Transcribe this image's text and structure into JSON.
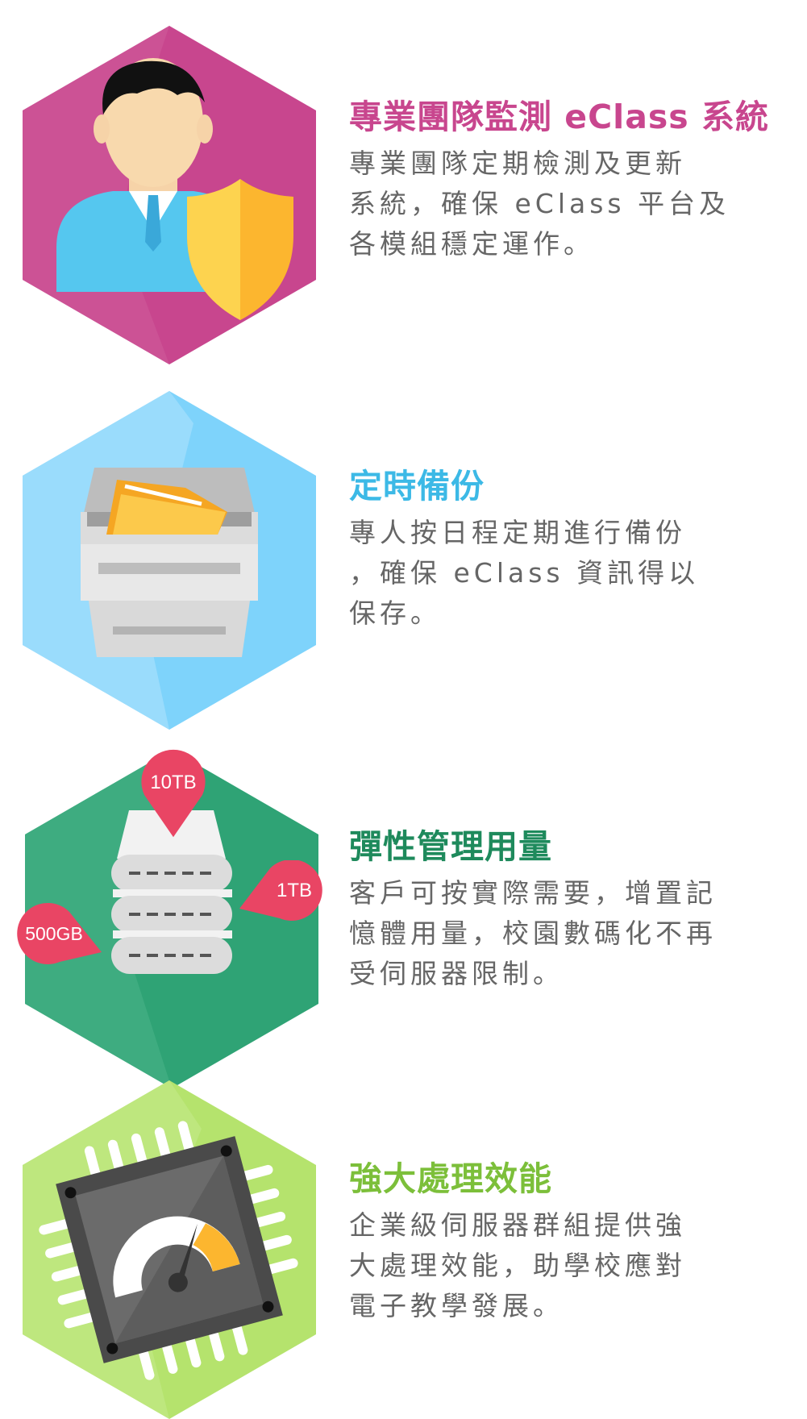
{
  "features": [
    {
      "title": "專業團隊監測 eClass 系統",
      "title_color": "#c8468e",
      "hex_color": "#c8468e",
      "lines": [
        "專業團隊定期檢測及更新",
        "系統，確保 eClass 平台及",
        "各模組穩定運作。"
      ],
      "icons": [
        "person-icon",
        "shield-icon"
      ]
    },
    {
      "title": "定時備份",
      "title_color": "#3cb9e6",
      "hex_color": "#7ed3fb",
      "lines": [
        "專人按日程定期進行備份",
        "，確保 eClass 資訊得以",
        "保存。"
      ],
      "icons": [
        "file-cabinet-icon",
        "folder-icon"
      ]
    },
    {
      "title": "彈性管理用量",
      "title_color": "#1e8a5c",
      "hex_color": "#2fa375",
      "lines": [
        "客戶可按實際需要，增置記",
        "憶體用量，校園數碼化不再",
        "受伺服器限制。"
      ],
      "icons": [
        "server-icon",
        "map-pin-icon"
      ],
      "pins": {
        "top": "10TB",
        "right": "1TB",
        "left": "500GB"
      },
      "pin_color": "#e94564"
    },
    {
      "title": "強大處理效能",
      "title_color": "#7cbf3a",
      "hex_color": "#b5e36d",
      "lines": [
        "企業級伺服器群組提供強",
        "大處理效能，助學校應對",
        "電子教學發展。"
      ],
      "icons": [
        "cpu-chip-icon",
        "speedometer-icon"
      ]
    }
  ]
}
